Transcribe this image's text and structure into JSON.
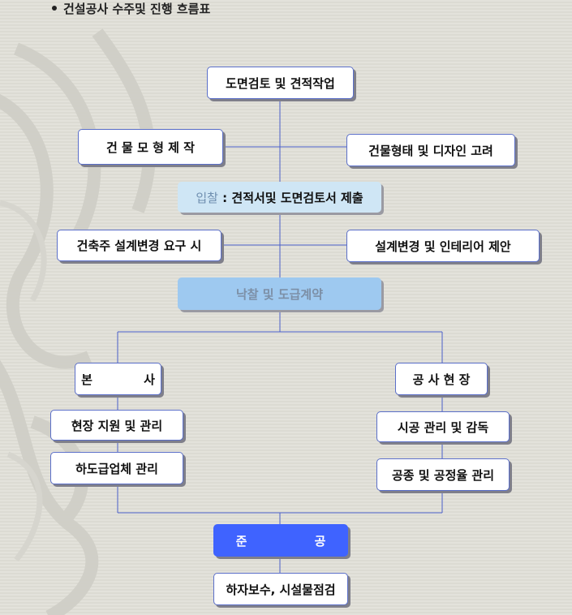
{
  "title": "건설공사 수주및 진행 흐름표",
  "nodes": {
    "estimate": "도면검토 및 견적작업",
    "model": "건 물 모 형 제 작",
    "design": "건물형태 및 디자인 고려",
    "bid_prefix": "입찰",
    "bid_rest": " : 견적서및 도면검토서 제출",
    "owner_change": "건축주 설계변경 요구 시",
    "interior": "설계변경 및 인테리어 제안",
    "contract": "낙찰 및 도급계약",
    "hq": "본 사",
    "site": "공 사 현 장",
    "site_support": "현장 지원 및 관리",
    "subcontract": "하도급업체 관리",
    "construction_mgmt": "시공 관리 및 감독",
    "process_mgmt": "공종 및 공정율 관리",
    "completion": "준 공",
    "warranty": "하자보수, 시설물점검"
  }
}
